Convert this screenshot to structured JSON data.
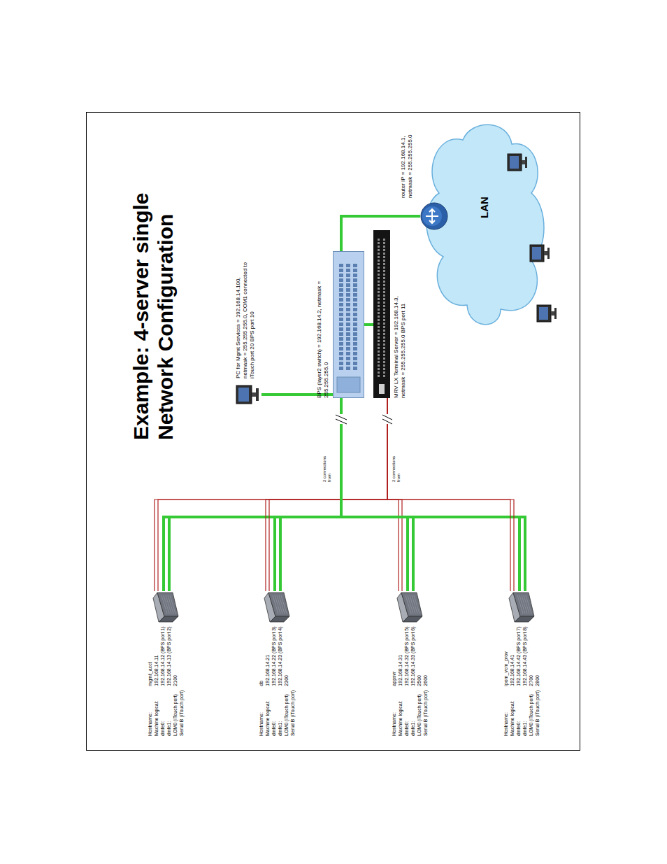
{
  "diagram": {
    "title": "Example: 4-server single Network Configuration",
    "nodes": [
      {
        "text": [
          "Hostname:",
          "mgmt_acct",
          "Machine logical:",
          "192.168.14.11",
          "dmfe0:",
          "192.168.14.12 (BPS port 1)",
          "dmfe1:",
          "192.168.14.13 (BPS port 2)",
          "LOM0 (iTouch port)",
          "2100",
          "Serial B (iTouch port)"
        ]
      },
      {
        "text": [
          "Hostname:",
          "db",
          "Machine logical:",
          "192.168.14.21",
          "dmfe0:",
          "192.168.14.22 (BPS port 3)",
          "dmfe1:",
          "192.168.14.23 (BPS port 4)",
          "LOM0 (iTouch port)",
          "2300",
          "Serial B (iTouch port)"
        ]
      },
      {
        "text": [
          "Hostname:",
          "appsvr",
          "Machine logical:",
          "192.168.14.31",
          "dmfe0:",
          "192.168.14.32 (BPS port 5)",
          "dmfe1:",
          "192.168.14.33 (BPS port 6)",
          "LOM0 (iTouch port)",
          "2500",
          "Serial B (iTouch port)",
          "2600"
        ]
      },
      {
        "text": [
          "Hostname:",
          "ipom_vcm_prov",
          "Machine logical:",
          "192.168.14.41",
          "dmfe0:",
          "192.168.14.42 (BPS port 7)",
          "dmfe1:",
          "192.168.14.43 (BPS port 8)",
          "LOM0 (iTouch port)",
          "2700",
          "Serial B (iTouch port)",
          "2800"
        ]
      },
      {
        "text": [
          "PC for Mgmt Services = 192.168.14.100, netmask = 255.255.255.0, COM1 connected to iTouch port 20 BPS port 10"
        ]
      },
      {
        "text": [
          "BPS (layer2 switch) = 192.168.14.2, netmask = 255.255.255.0"
        ]
      },
      {
        "text": [
          "MRV LX Terminal Server = 192.168.14.3, netmask = 255.255.255.0 BPS port 11"
        ]
      },
      {
        "text": [
          "router IP = 192.168.14.1, netmask = 255.255.255.0"
        ]
      },
      {
        "text": [
          "LAN"
        ]
      }
    ],
    "edges": [
      {
        "from": 0,
        "to": 5,
        "arrow": "none"
      },
      {
        "from": 0,
        "to": 5,
        "arrow": "none"
      },
      {
        "from": 0,
        "to": 6,
        "arrow": "none"
      },
      {
        "from": 0,
        "to": 6,
        "arrow": "none"
      },
      {
        "from": 1,
        "to": 5,
        "arrow": "none"
      },
      {
        "from": 1,
        "to": 5,
        "arrow": "none"
      },
      {
        "from": 1,
        "to": 6,
        "arrow": "none"
      },
      {
        "from": 1,
        "to": 6,
        "arrow": "none"
      },
      {
        "from": 2,
        "to": 5,
        "arrow": "none"
      },
      {
        "from": 2,
        "to": 5,
        "arrow": "none"
      },
      {
        "from": 2,
        "to": 6,
        "arrow": "none"
      },
      {
        "from": 2,
        "to": 6,
        "arrow": "none"
      },
      {
        "from": 3,
        "to": 5,
        "arrow": "none"
      },
      {
        "from": 3,
        "to": 5,
        "arrow": "none"
      },
      {
        "from": 3,
        "to": 6,
        "arrow": "none"
      },
      {
        "from": 3,
        "to": 6,
        "arrow": "none"
      },
      {
        "from": 4,
        "to": 5,
        "arrow": "none"
      },
      {
        "from": 6,
        "to": 5,
        "arrow": "none"
      },
      {
        "from": 5,
        "to": 7,
        "arrow": "none"
      }
    ],
    "labels": [
      "2 connections from",
      "2 connections from"
    ]
  }
}
